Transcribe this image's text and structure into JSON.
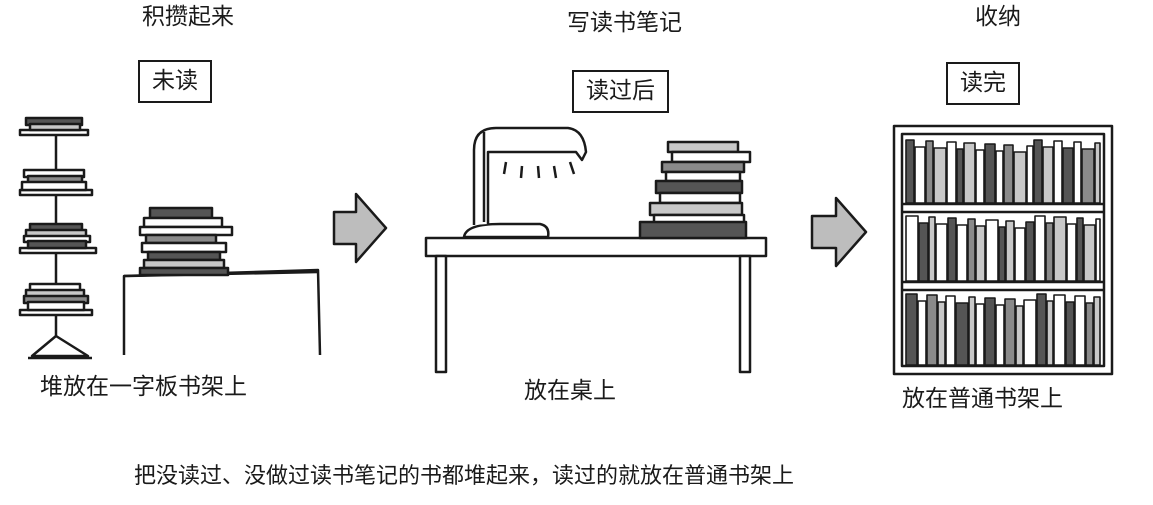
{
  "stages": [
    {
      "title": "积攒起来",
      "tag": "未读",
      "caption": "堆放在一字板书架上"
    },
    {
      "title": "写读书笔记",
      "tag": "读过后",
      "caption": "放在桌上"
    },
    {
      "title": "收纳",
      "tag": "读完",
      "caption": "放在普通书架上"
    }
  ],
  "footer": "把没读过、没做过读书笔记的书都堆起来，读过的就放在普通书架上",
  "colors": {
    "ink": "#1a1a1a",
    "book_dark": "#555555",
    "book_mid": "#8a8a8a",
    "book_light": "#c8c8c8",
    "arrow": "#bdbdbd"
  }
}
